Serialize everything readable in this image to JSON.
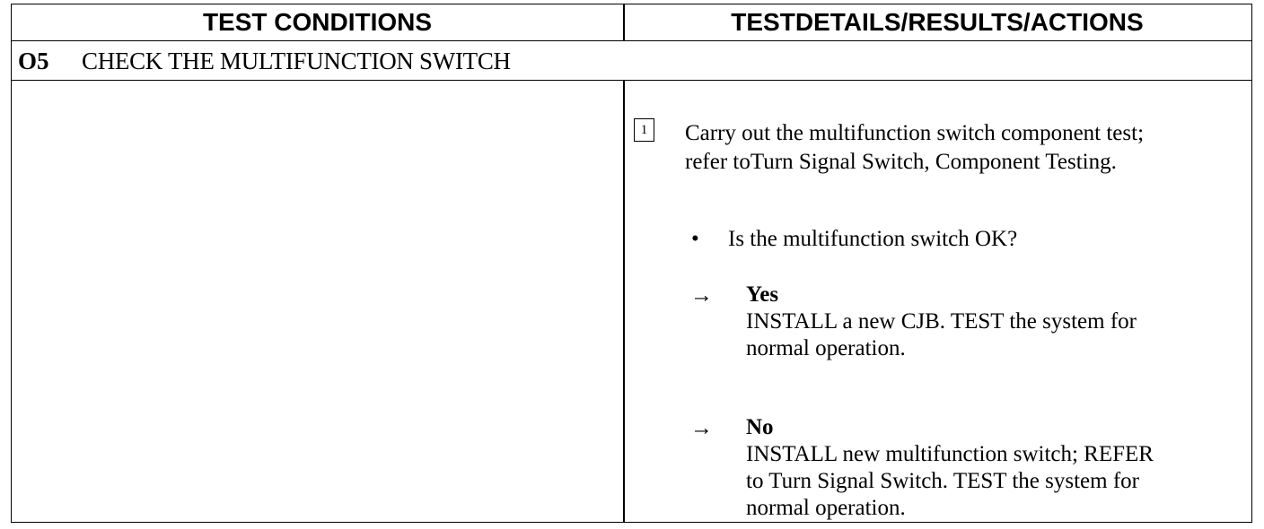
{
  "header": {
    "col1": "TEST CONDITIONS",
    "col2": "TESTDETAILS/RESULTS/ACTIONS"
  },
  "step": {
    "number": "O5",
    "title": "CHECK THE MULTIFUNCTION SWITCH"
  },
  "details": {
    "step_box": "1",
    "instruction_line1": "Carry out the multifunction switch component test;",
    "instruction_line2": "refer toTurn Signal Switch, Component Testing.",
    "bullet": "•",
    "question": "Is the multifunction switch OK?",
    "arrow": "→",
    "yes_label": "Yes",
    "yes_line1": "INSTALL a new CJB. TEST the system for",
    "yes_line2": "normal operation.",
    "no_label": "No",
    "no_line1": "INSTALL new multifunction switch; REFER",
    "no_line2": "to  Turn Signal Switch. TEST the system for",
    "no_line3": "normal operation."
  }
}
